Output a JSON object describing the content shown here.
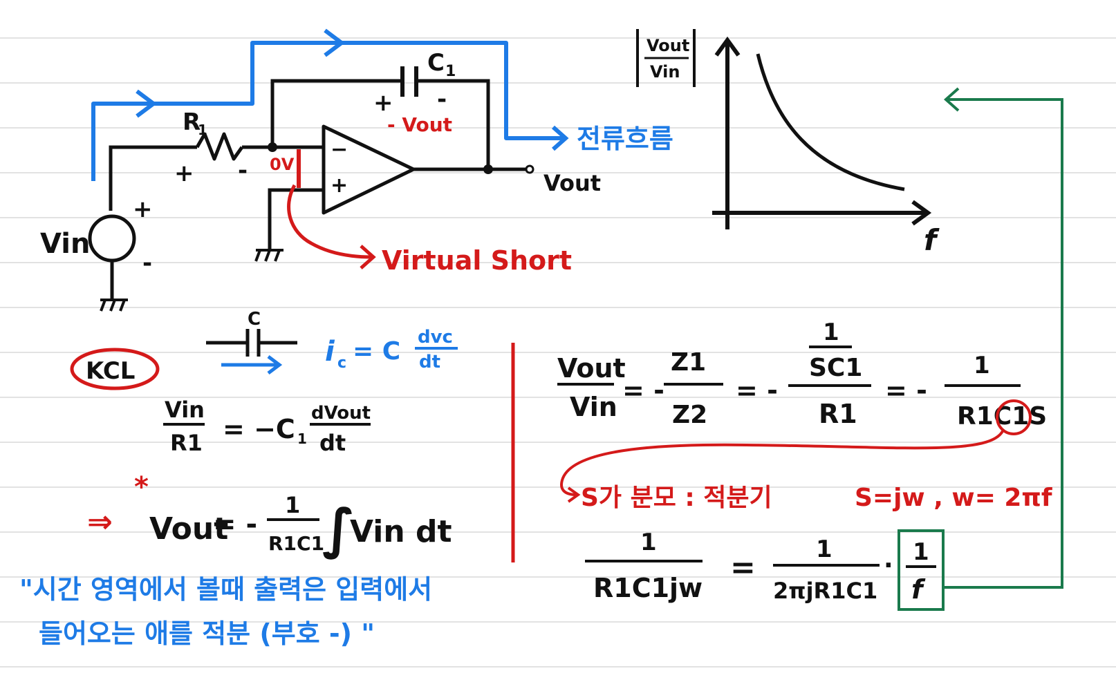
{
  "colors": {
    "ink": "#111111",
    "blue": "#1e7be6",
    "red": "#d41a1a",
    "green": "#1a7a4c",
    "ruled_line": "#d8d8d8"
  },
  "circuit": {
    "capacitor_label": "C",
    "capacitor_sub": "1",
    "cap_plus": "+",
    "cap_minus": "-",
    "neg_vout": "- Vout",
    "resistor_label": "R",
    "resistor_sub": "1",
    "res_plus": "+",
    "res_minus": "-",
    "zero_v": "0V",
    "opamp_minus": "−",
    "opamp_plus": "+",
    "vout": "Vout",
    "vin": "Vin",
    "src_plus": "+",
    "src_minus": "-",
    "current_flow": "전류흐름",
    "virtual_short": "Virtual Short"
  },
  "graph": {
    "ylabel_num": "Vout",
    "ylabel_den": "Vin",
    "xlabel": "f"
  },
  "notes": {
    "cap_symbol_label": "C",
    "cap_current_lhs": "i",
    "cap_current_sub": "c",
    "cap_current_eq": "= C",
    "cap_current_num": "dvc",
    "cap_current_den": "dt",
    "kcl": "KCL",
    "kcl_num": "Vin",
    "kcl_den": "R1",
    "kcl_eq": "= −C",
    "kcl_c_sub": "1",
    "kcl_d_num": "dVout",
    "kcl_d_den": "dt",
    "star": "*",
    "arrow": "⇒",
    "vout_lhs": "Vout",
    "vout_eq": "= -",
    "vout_frac_num": "1",
    "vout_frac_den": "R1C1",
    "vout_integral": "∫",
    "vout_integrand": "Vin dt",
    "quote_line1": "\"시간 영역에서 볼때 출력은 입력에서",
    "quote_line2": "들어오는 애를 적분 (부호 -) \""
  },
  "transfer": {
    "lhs_num": "Vout",
    "lhs_den": "Vin",
    "eq1": "= -",
    "z_num": "Z1",
    "z_den": "Z2",
    "eq2": "= -",
    "inner_num": "1",
    "inner_mid": "SC1",
    "inner_den": "R1",
    "eq3": "= -",
    "final_num": "1",
    "final_den": "R1C1S",
    "s_note": "S가 분모 : 적분기",
    "s_def": "S=jw , w= 2πf",
    "b_num": "1",
    "b_den": "R1C1jw",
    "b_eq": "=",
    "c_num": "1",
    "c_den": "2πjR1C1",
    "dot": "·",
    "d_num": "1",
    "d_den": "f"
  }
}
